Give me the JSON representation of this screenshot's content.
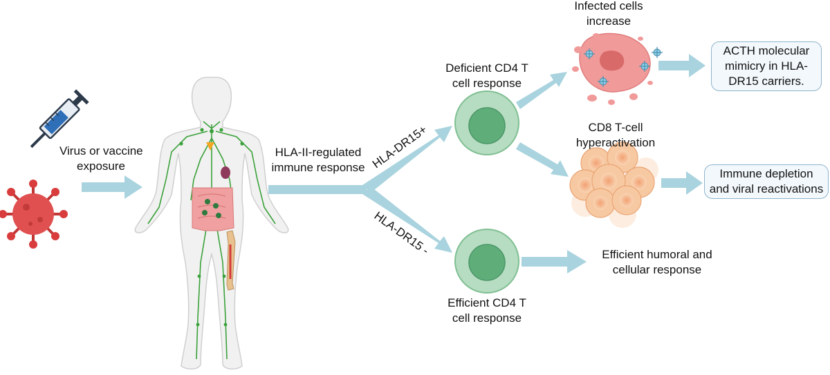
{
  "colors": {
    "arrow": "#a9d3de",
    "skin": "#f1f1f1",
    "skin_stroke": "#cfcfcf",
    "lymph": "#3aa13a",
    "cell_outer": "#b6dcc1",
    "cell_inner": "#5fae7a",
    "infected": "#f19a9a",
    "virus": "#e04a4a",
    "syringe": "#2e6fb8",
    "cd8": "#f7c9a2",
    "box_border": "#8fb3cc"
  },
  "icons": {
    "syringe": "syringe-icon",
    "virus": "virus-icon",
    "body": "human-body-lymphatic-icon",
    "t_cell": "t-cell-icon",
    "infected_cells": "infected-cells-icon",
    "cd8_cluster": "cd8-cell-cluster-icon"
  },
  "labels": {
    "exposure": [
      "Virus or vaccine",
      "exposure"
    ],
    "hla_response": [
      "HLA-II-regulated",
      "immune response"
    ],
    "branch_pos": "HLA-DR15+",
    "branch_neg": "HLA-DR15 -",
    "deficient": [
      "Deficient CD4 T",
      "cell response"
    ],
    "efficient": [
      "Efficient CD4 T",
      "cell response"
    ],
    "infected": [
      "Infected cells",
      "increase"
    ],
    "cd8": [
      "CD8 T-cell",
      "hyperactivation"
    ],
    "humoral": [
      "Efficient humoral and",
      "cellular response"
    ]
  },
  "boxes": {
    "acth": [
      "ACTH molecular",
      "mimicry in HLA-",
      "DR15 carriers."
    ],
    "immune": [
      "Immune depletion",
      "and viral reactivations"
    ]
  }
}
